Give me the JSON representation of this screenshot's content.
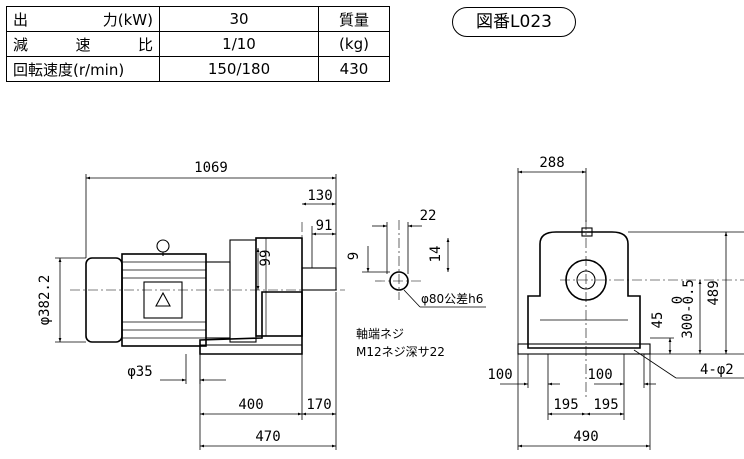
{
  "spec_table": {
    "output_label": [
      "出",
      "力(kW)"
    ],
    "output_value": "30",
    "ratio_label": [
      "減",
      "速",
      "比"
    ],
    "ratio_value": "1/10",
    "speed_label": "回転速度(r/min)",
    "speed_value": "150/180",
    "mass_label": "質量",
    "mass_unit": "(kg)",
    "mass_value": "430"
  },
  "figure_number": "図番L023",
  "side_view": {
    "total_length": "1069",
    "shaft_length": "130",
    "shaft_key_length": "91",
    "shaft_height": "99",
    "motor_diameter": "φ382.2",
    "hole_offset": "φ35",
    "base_length": "400",
    "base_overhang": "170",
    "base_total": "470"
  },
  "shaft_detail": {
    "key_width": "22",
    "key_depth": "9",
    "key_height": "14",
    "shaft_diameter": "φ80公差h6",
    "tap_label": "軸端ネジ",
    "tap_spec": "M12ネジ深サ22"
  },
  "front_view": {
    "width_top": "288",
    "total_height": "489",
    "shaft_center_height": "300",
    "shaft_tol_upper": "0",
    "shaft_tol_lower": "-0.5",
    "base_thickness": "45",
    "foot_left": "100",
    "foot_right": "100",
    "bolt_pitch_left": "195",
    "bolt_pitch_right": "195",
    "base_width": "490",
    "mount_holes": "4-φ2"
  }
}
